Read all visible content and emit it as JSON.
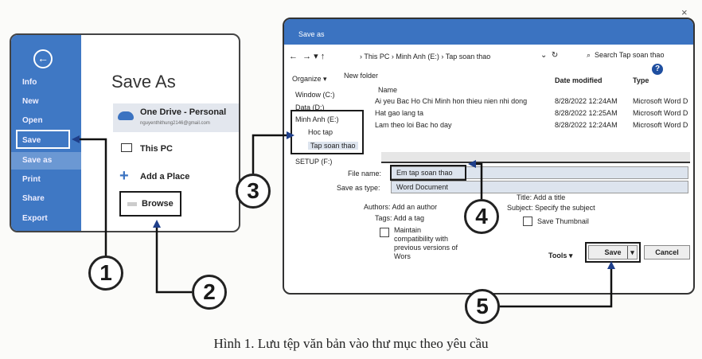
{
  "backstage": {
    "back_icon": "arrow-left-circle-icon",
    "menu": [
      "Info",
      "New",
      "Open",
      "Save",
      "Save as",
      "Print",
      "Share",
      "Export"
    ],
    "title": "Save As",
    "locations": [
      {
        "label": "One Drive - Personal",
        "sub": "nguyenthithung2146@gmail.com",
        "icon": "cloud-icon"
      },
      {
        "label": "This PC",
        "icon": "monitor-icon"
      },
      {
        "label": "Add a Place",
        "icon": "plus-icon"
      }
    ],
    "browse": "Browse"
  },
  "dialog": {
    "title": "Save as",
    "breadcrumb": [
      "This PC",
      "Minh Anh (E:)",
      "Tap soan thao"
    ],
    "search_placeholder": "Search Tap soan thao",
    "organize": "Organize ▾",
    "new_folder": "New folder",
    "nav": [
      "Window (C:)",
      "Data (D:)",
      "Minh Anh (E:)",
      "Hoc tap",
      "Tap soan thao",
      "SETUP (F:)"
    ],
    "columns": {
      "name": "Name",
      "date": "Date modified",
      "type": "Type"
    },
    "files": [
      {
        "name": "Ai yeu Bac Ho Chi Minh hon thieu nien nhi dong",
        "date": "8/28/2022 12:24AM",
        "type": "Microsoft Word D"
      },
      {
        "name": "Hat gao lang ta",
        "date": "8/28/2022 12:25AM",
        "type": "Microsoft Word D"
      },
      {
        "name": "Lam theo loi Bac ho day",
        "date": "8/28/2022 12:24AM",
        "type": "Microsoft Word D"
      }
    ],
    "file_name_label": "File name:",
    "file_name": "Em tap soan thao",
    "save_type_label": "Save as type:",
    "save_type": "Word Document",
    "authors_label": "Authors:",
    "authors": "Add an author",
    "tags_label": "Tags:",
    "tags": "Add a tag",
    "title_label": "Title:",
    "title_value": "Add a title",
    "subject_label": "Subject:",
    "subject": "Specify the subject",
    "save_thumbnail": "Save Thumbnail",
    "maintain": [
      "Maintain",
      "compatibility with",
      "previous versions of",
      "Wors"
    ],
    "tools": "Tools",
    "save": "Save",
    "cancel": "Cancel"
  },
  "steps": [
    "1",
    "2",
    "3",
    "4",
    "5"
  ],
  "caption": "Hình 1. Lưu tệp văn bản vào thư mục theo yêu cầu"
}
